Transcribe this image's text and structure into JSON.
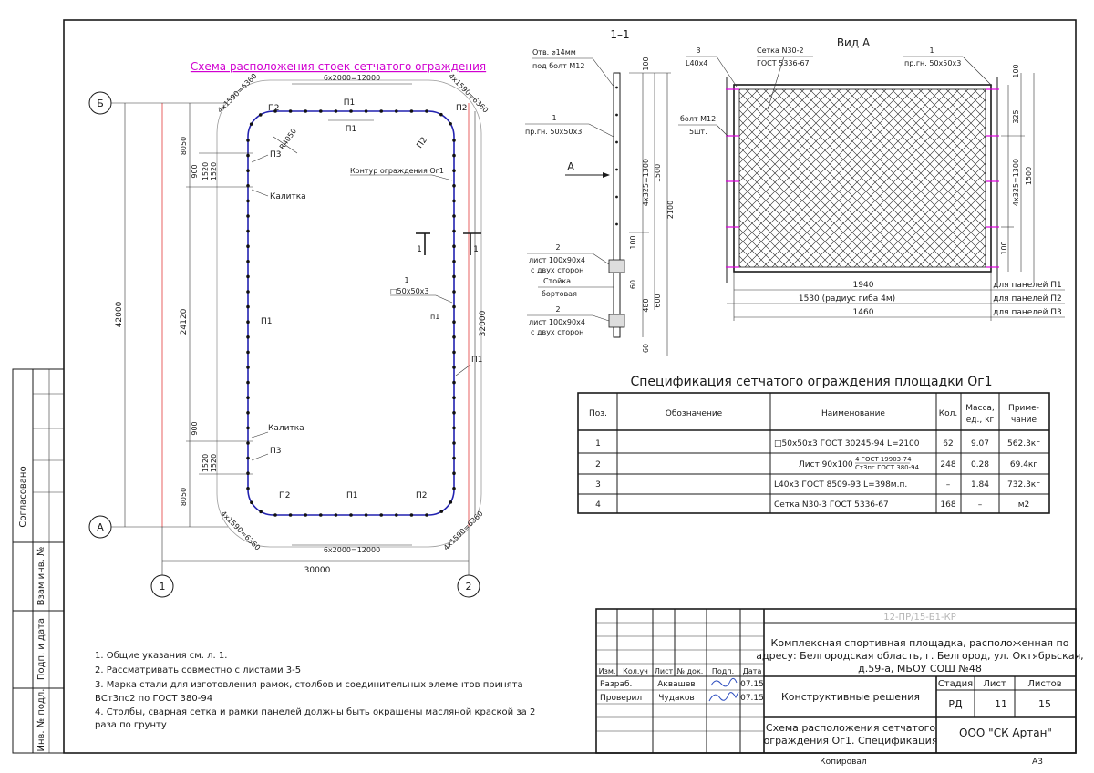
{
  "side_stamp": {
    "agreed": "Согласовано",
    "replaced_inv": "Взам инв. №",
    "sign_date": "Подп. и дата",
    "inv_original": "Инв. № подл."
  },
  "plan": {
    "title": "Схема расположения стоек сетчатого ограждения",
    "axis_b": "Б",
    "axis_a": "А",
    "axis_1": "1",
    "axis_2": "2",
    "dim_span": "6x2000=12000",
    "dim_corner": "4x1590=6360",
    "dim_8050": "8050",
    "dim_1520": "1520",
    "dim_900": "900",
    "dim_24120": "24120",
    "dim_42000": "42000",
    "dim_32000": "32000",
    "dim_30000": "30000",
    "radius": "R4050",
    "p1": "П1",
    "p1_lower": "п1",
    "p2": "П2",
    "p3": "П3",
    "gate": "Калитка",
    "contour": "Контур ограждения Ог1",
    "pos1": "1",
    "profile": "□50х50х3",
    "section_mark": "1"
  },
  "section": {
    "title": "1–1",
    "hole_1": "Отв. ⌀14мм",
    "hole_2": "под болт М12",
    "pos1": "1",
    "tube": "пр.гн. 50х50х3",
    "view_arrow": "А",
    "pos2": "2",
    "plate": "лист 100х90х4",
    "both_sides": "с двух сторон",
    "curb_1": "Стойка",
    "curb_2": "бортовая",
    "d100": "100",
    "d1300": "4x325=1300",
    "d1500": "1500",
    "d2100": "2100",
    "d60": "60",
    "d480": "480",
    "d600": "600"
  },
  "view": {
    "title": "Вид А",
    "pos3": "3",
    "angle": "L40х4",
    "mesh_1": "Сетка N30-2",
    "mesh_2": "ГОСТ 5336-67",
    "pos1": "1",
    "tube": "пр.гн. 50х50х3",
    "bolt_1": "болт М12",
    "bolt_2": "5шт.",
    "d325": "325",
    "d1300": "4x325=1300",
    "d1500": "1500",
    "d100": "100",
    "w1": "1940",
    "w2": "1530 (радиус гиба 4м)",
    "w3": "1460",
    "for_p1": "для панелей П1",
    "for_p2": "для панелей П2",
    "for_p3": "для панелей П3"
  },
  "spec": {
    "title": "Спецификация сетчатого ограждения площадки Ог1",
    "headers": {
      "pos": "Поз.",
      "designation": "Обозначение",
      "name": "Наименование",
      "qty": "Кол.",
      "mass_1": "Масса,",
      "mass_2": "ед., кг",
      "note_1": "Приме-",
      "note_2": "чание"
    },
    "rows": [
      {
        "pos": "1",
        "name": "□50х50х3 ГОСТ 30245-94  L=2100",
        "qty": "62",
        "mass": "9.07",
        "note": "562.3кг"
      },
      {
        "pos": "2",
        "name": "Лист 90х100",
        "frac_top": "4 ГОСТ 19903-74",
        "frac_bottom": "Ст3пс ГОСТ 380-94",
        "qty": "248",
        "mass": "0.28",
        "note": "69.4кг"
      },
      {
        "pos": "3",
        "name": "L40х3 ГОСТ 8509-93  L=398м.п.",
        "qty": "–",
        "mass": "1.84",
        "note": "732.3кг"
      },
      {
        "pos": "4",
        "name": "Сетка N30-3 ГОСТ 5336-67",
        "qty": "168",
        "mass": "–",
        "note": "м2"
      }
    ]
  },
  "notes": [
    "1. Общие указания см. л. 1.",
    "2. Рассматривать совместно с листами 3-5",
    "3. Марка стали для изготовления рамок, столбов и соединительных элементов принята",
    "ВСт3пс2 по ГОСТ 380-94",
    "4. Столбы, сварная сетка и рамки панелей должны быть окрашены масляной краской за 2",
    "раза по грунту"
  ],
  "title_block": {
    "code": "12-ПР/15-Б1-КР",
    "project": [
      "Комплексная спортивная площадка, расположенная по",
      "адресу: Белгородская область, г. Белгород, ул. Октябрьская,",
      "д.59-а, МБОУ СОШ №48"
    ],
    "headers": {
      "izm": "Изм.",
      "kol": "Кол.уч",
      "list": "Лист",
      "doc": "№ док.",
      "sign": "Подп.",
      "date": "Дата"
    },
    "developer": {
      "role": "Разраб.",
      "name": "Аквашев",
      "date": "07.15"
    },
    "checker": {
      "role": "Проверил",
      "name": "Чудаков",
      "date": "07.15"
    },
    "section_name": "Конструктивные решения",
    "stage_label": "Стадия",
    "sheet_label": "Лист",
    "sheets_label": "Листов",
    "stage": "РД",
    "sheet": "11",
    "sheets": "15",
    "sheet_title": [
      "Схема расположения сетчатого",
      "ограждения Ог1. Спецификация"
    ],
    "org": "ООО \"СК Артан\"",
    "copied": "Копировал",
    "format": "А3"
  }
}
